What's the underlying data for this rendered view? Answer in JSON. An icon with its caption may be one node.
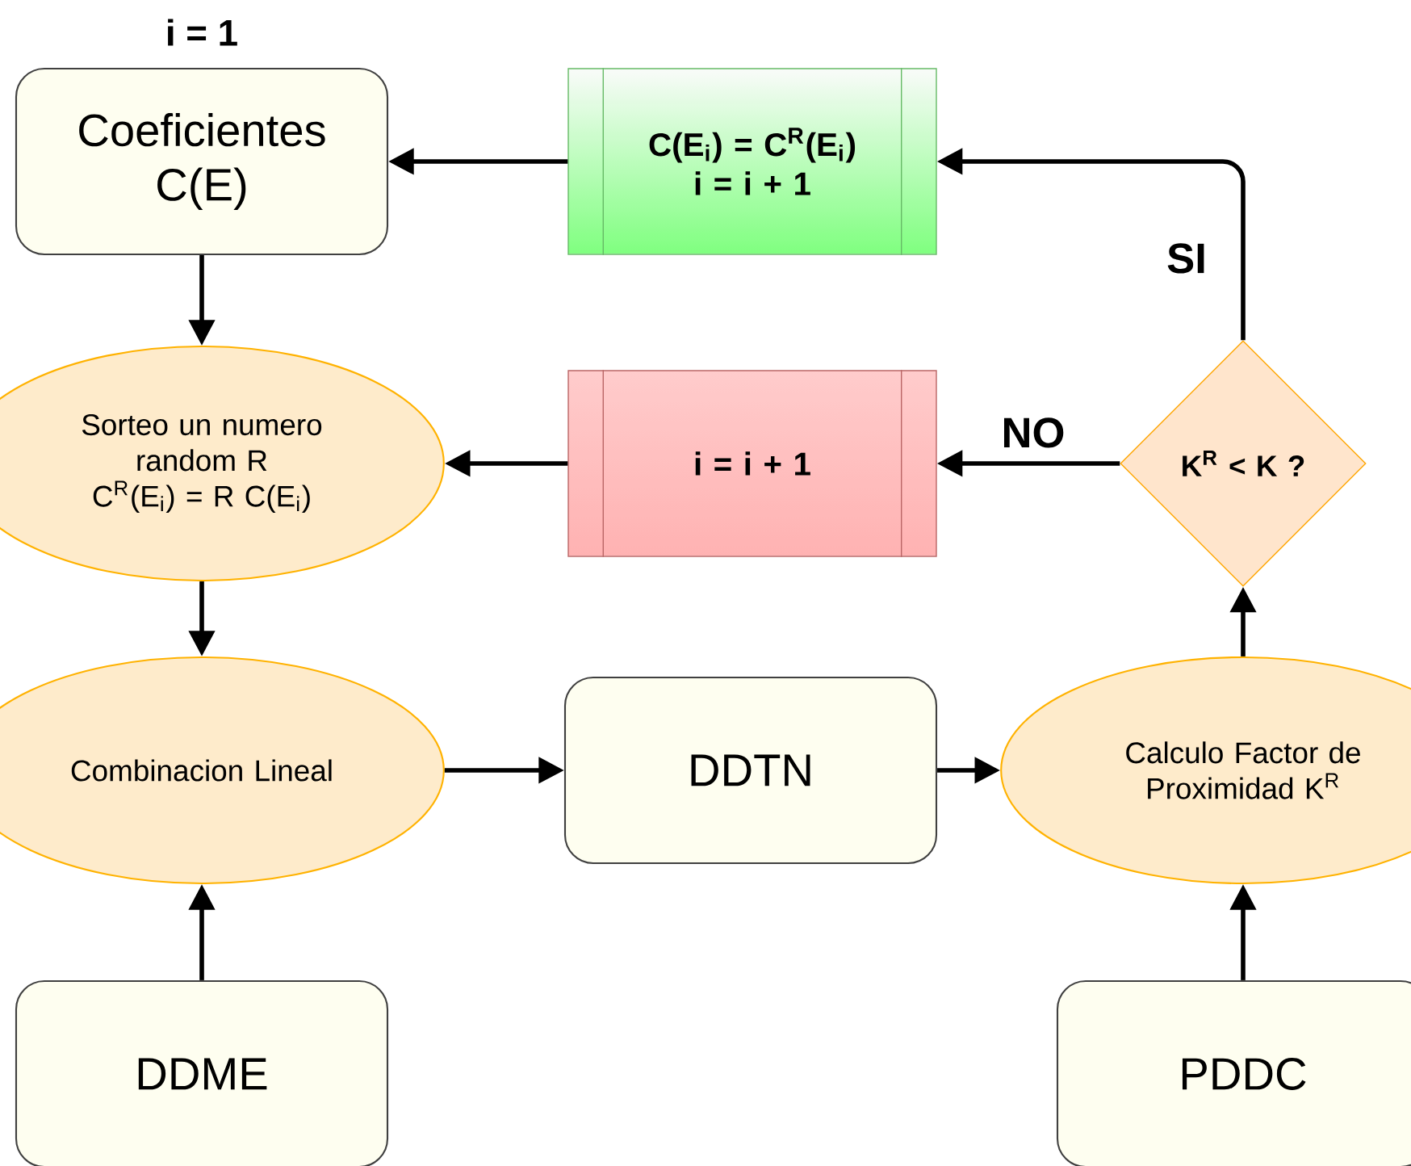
{
  "diagram": {
    "nodes": [
      {
        "text": [
          "Coeficientes C(E)"
        ],
        "beside": [
          "i = 1"
        ]
      },
      {
        "text": [
          "Sorteo un numero random R C$^{R}$(E$_{i}$) = R C(E$_{i}$)"
        ]
      },
      {
        "text": [
          "Combinacion Lineal"
        ]
      },
      {
        "text": [
          "DDTN"
        ]
      },
      {
        "text": [
          "Calculo Factor de Proximidad K$^{R}$"
        ]
      },
      {
        "text": [
          "K$^{R}$ < K ?"
        ]
      },
      {
        "text": [
          "C(E$_{i}$) = C$^{R}$(E$_{i}$)",
          "i = i + 1"
        ]
      },
      {
        "text": [
          "i = i + 1"
        ]
      },
      {
        "text": [
          "DDME"
        ]
      },
      {
        "text": [
          "PDDC"
        ]
      }
    ],
    "edges": [
      {
        "from": 0,
        "to": 1,
        "arrow": "to"
      },
      {
        "from": 1,
        "to": 2,
        "arrow": "to"
      },
      {
        "from": 8,
        "to": 2,
        "arrow": "to"
      },
      {
        "from": 2,
        "to": 3,
        "arrow": "to"
      },
      {
        "from": 3,
        "to": 4,
        "arrow": "to"
      },
      {
        "from": 9,
        "to": 4,
        "arrow": "to"
      },
      {
        "from": 4,
        "to": 5,
        "arrow": "to"
      },
      {
        "from": 5,
        "to": 6,
        "arrow": "to",
        "label": "SI"
      },
      {
        "from": 6,
        "to": 0,
        "arrow": "to"
      },
      {
        "from": 5,
        "to": 7,
        "arrow": "to",
        "label": "NO"
      },
      {
        "from": 7,
        "to": 1,
        "arrow": "to"
      }
    ]
  }
}
